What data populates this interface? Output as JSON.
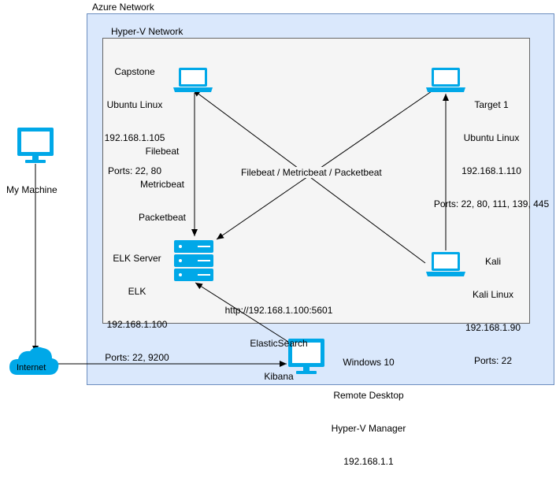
{
  "azure_network": {
    "label": "Azure Network"
  },
  "hyperv_network": {
    "label": "Hyper-V Network"
  },
  "my_machine": {
    "label": "My Machine"
  },
  "internet": {
    "label": "Internet"
  },
  "capstone": {
    "lines": [
      "Capstone",
      "Ubuntu Linux",
      "192.168.1.105",
      "Ports: 22, 80"
    ]
  },
  "target1": {
    "lines": [
      "Target 1",
      "Ubuntu Linux",
      "192.168.1.110",
      "Ports: 22, 80, 111, 139, 445"
    ]
  },
  "elk": {
    "lines": [
      "ELK Server",
      "ELK",
      "192.168.1.100",
      "Ports: 22, 9200"
    ]
  },
  "kali": {
    "lines": [
      "Kali",
      "Kali Linux",
      "192.168.1.90",
      "Ports: 22"
    ]
  },
  "windows": {
    "lines": [
      "Windows 10",
      "Remote Desktop",
      "Hyper-V Manager",
      "192.168.1.1"
    ]
  },
  "beats_vertical": {
    "lines": [
      "Filebeat",
      "Metricbeat",
      "Packetbeat"
    ]
  },
  "beats_diagonal": {
    "label": "Filebeat / Metricbeat / Packetbeat"
  },
  "kibana_link": {
    "lines": [
      "http://192.168.1.100:5601",
      "ElasticSearch",
      "Kibana"
    ]
  },
  "colors": {
    "azure_fill": "#dae8fc",
    "azure_border": "#6c8ebf",
    "icon_blue": "#00a8e8",
    "hyperv_fill": "#f5f5f5"
  }
}
